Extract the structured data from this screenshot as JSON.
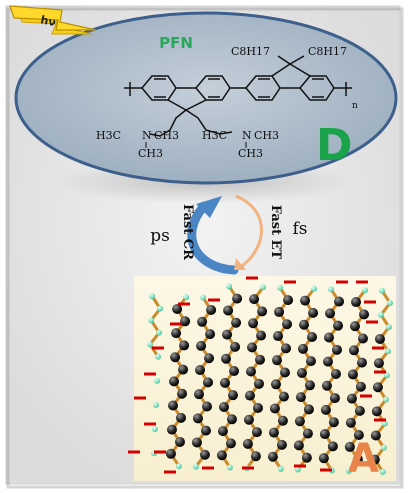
{
  "light_label": "hν",
  "polymer_name": "PFN",
  "donor_label": "D",
  "acceptor_label": "A",
  "side_chain_left": {
    "prefix": "H3C",
    "n": "N",
    "suffix": "CH3",
    "bottom": "CH3"
  },
  "side_chain_right": {
    "prefix": "H3C",
    "n": "N",
    "suffix": "CH3",
    "bottom": "CH3"
  },
  "alkyl_left": "C8H17",
  "alkyl_right": "C8H17",
  "repeat_n": "n",
  "process_cr": {
    "label": "Fast CR",
    "time": "ps"
  },
  "process_et": {
    "label": "Fast ET",
    "time": "fs"
  },
  "colors": {
    "polymer_label": "#27a85a",
    "donor": "#1aa34a",
    "acceptor": "#e8844a",
    "ellipse_fill": "#aab8c6",
    "ellipse_stroke": "#3d5f8c",
    "charge": "#d40000",
    "cr_arrow": "#4a86c4",
    "et_arrow": "#f2b37f"
  }
}
